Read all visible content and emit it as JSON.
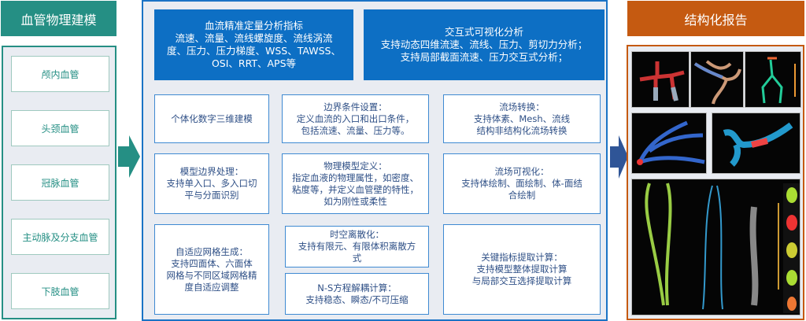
{
  "left": {
    "title": "血管物理建模",
    "items": [
      "颅内血管",
      "头颈血管",
      "冠脉血管",
      "主动脉及分支血管",
      "下肢血管"
    ]
  },
  "middle": {
    "top_boxes": [
      {
        "lines": [
          "血流精准定量分析指标",
          "流速、流量、流线螺旋度、流线涡流",
          "度、压力、压力梯度、WSS、TAWSS、",
          "OSI、RRT、APS等"
        ]
      },
      {
        "lines": [
          "交互式可视化分析",
          "支持动态四维流速、流线、压力、剪切力分析；",
          "支持局部截面流速、压力交互式分析；"
        ]
      }
    ],
    "boxes": [
      {
        "lines": [
          "个体化数字三维建模"
        ]
      },
      {
        "lines": [
          "边界条件设置：",
          "定义血流的入口和出口条件，",
          "包括流速、流量、压力等。"
        ]
      },
      {
        "lines": [
          "流场转换：",
          "支持体素、Mesh、流线",
          "结构非结构化流场转换"
        ]
      },
      {
        "lines": [
          "模型边界处理：",
          "支持单入口、多入口切",
          "平与分面识别"
        ]
      },
      {
        "lines": [
          "物理模型定义：",
          "指定血液的物理属性，如密度、",
          "粘度等，并定义血管壁的特性，",
          "如为刚性或柔性"
        ]
      },
      {
        "lines": [
          "流场可视化：",
          "支持体绘制、面绘制、体-面结",
          "合绘制"
        ]
      },
      {
        "lines": [
          "自适应网格生成：",
          "支持四面体、六面体",
          "网格与不同区域网格精",
          "度自适应调整"
        ]
      },
      {
        "lines": [
          "时空离散化：",
          "支持有限元、有限体积离散方",
          "式"
        ]
      },
      {
        "lines": [
          "N-S方程解耦计算：",
          "支持稳态、瞬态/不可压缩"
        ]
      },
      {
        "lines": [
          "关键指标提取计算：",
          "支持模型整体提取计算",
          "与局部交互选择提取计算"
        ]
      }
    ]
  },
  "right": {
    "title": "结构化报告"
  },
  "colors": {
    "teal": "#258f84",
    "blue": "#0d6fc4",
    "orange": "#c55a11",
    "navy": "#2f5597"
  }
}
